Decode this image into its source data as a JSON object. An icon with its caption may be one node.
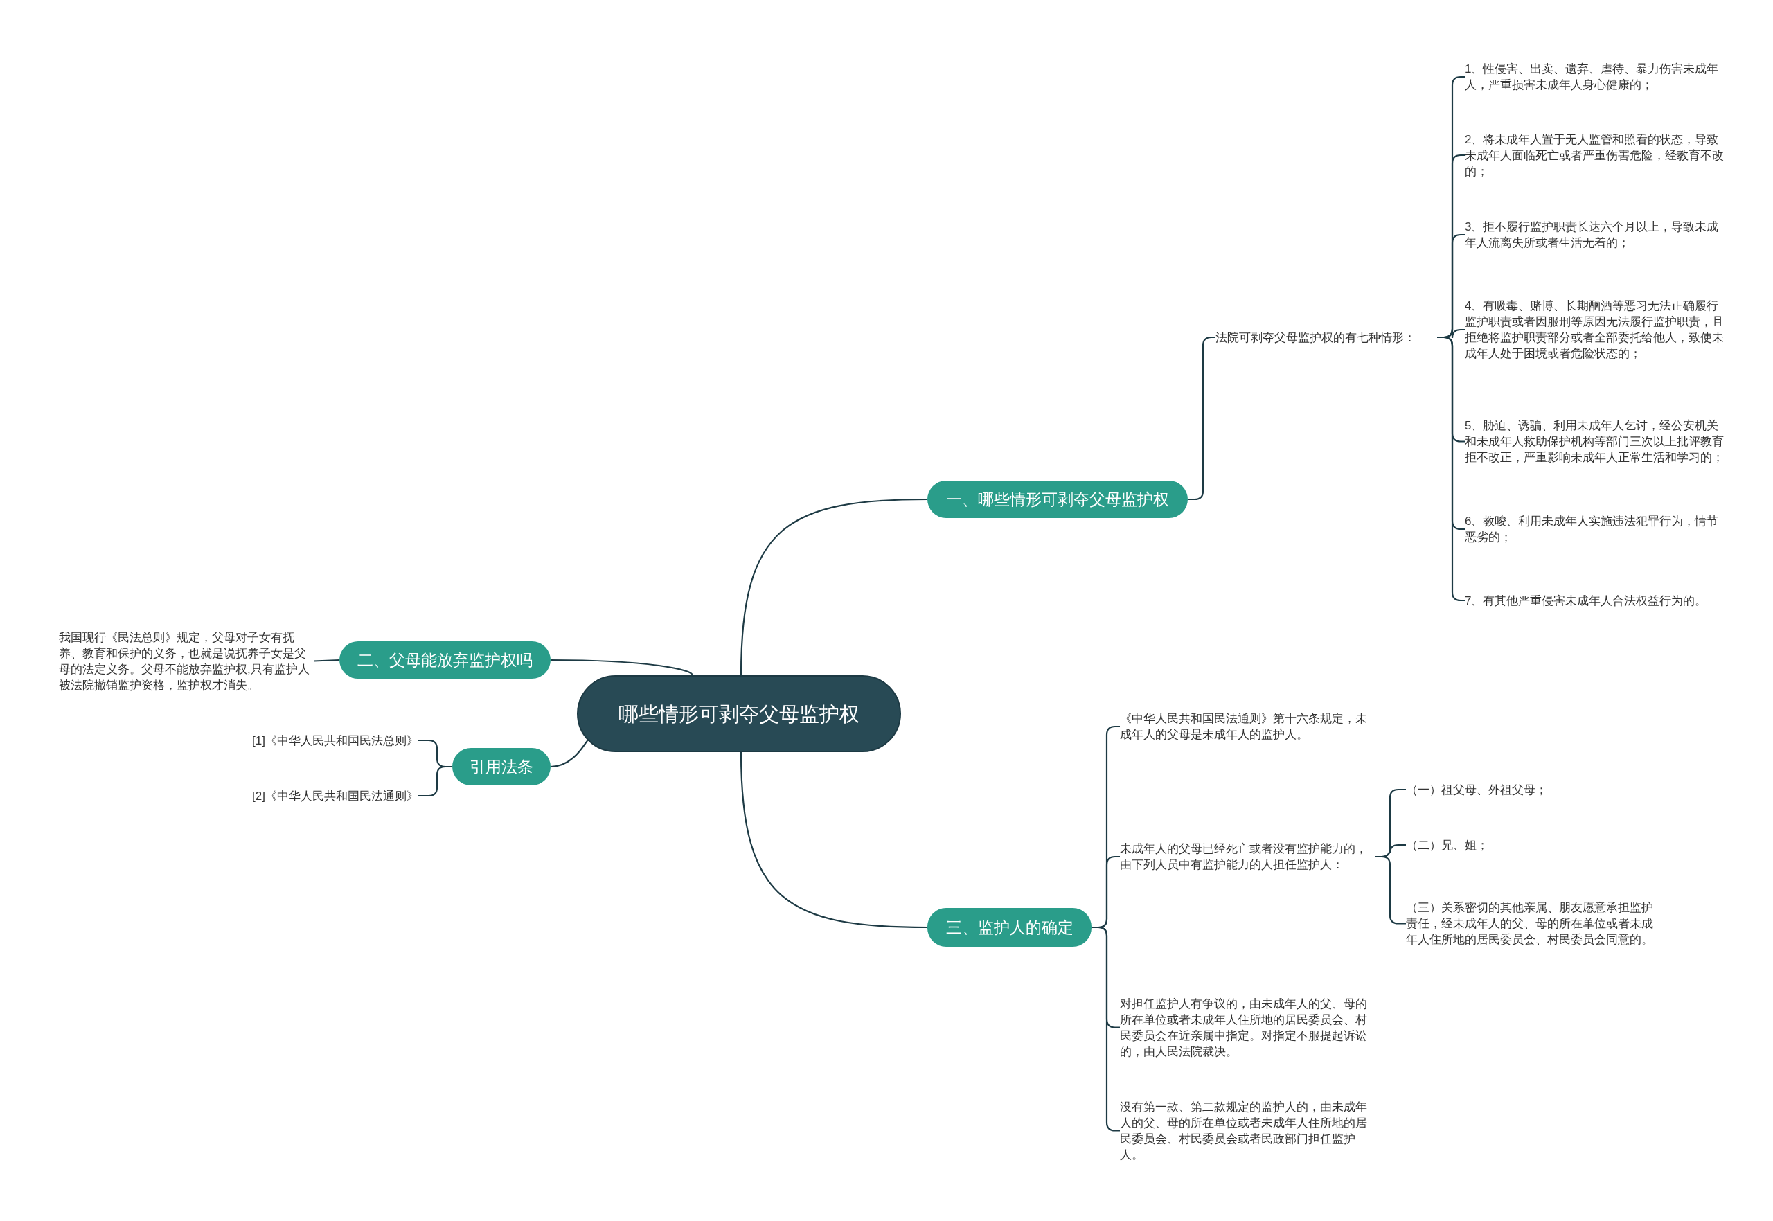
{
  "diagram": {
    "nodes": [
      {
        "text": [
          "哪些情形可剥夺父母监护权"
        ]
      },
      {
        "text": [
          "一、哪些情形可剥夺父母监护权"
        ]
      },
      {
        "text": [
          "法院可剥夺父母监护权的有七种情形："
        ]
      },
      {
        "text": [
          "1、性侵害、出卖、遗弃、虐待、暴力伤害未成年人，严重损害未成年人身心健康的；"
        ]
      },
      {
        "text": [
          "2、将未成年人置于无人监管和照看的状态，导致未成年人面临死亡或者严重伤害危险，经教育不改的；"
        ]
      },
      {
        "text": [
          "3、拒不履行监护职责长达六个月以上，导致未成年人流离失所或者生活无着的；"
        ]
      },
      {
        "text": [
          "4、有吸毒、赌博、长期酗酒等恶习无法正确履行监护职责或者因服刑等原因无法履行监护职责，且拒绝将监护职责部分或者全部委托给他人，致使未成年人处于困境或者危险状态的；"
        ]
      },
      {
        "text": [
          "5、胁迫、诱骗、利用未成年人乞讨，经公安机关和未成年人救助保护机构等部门三次以上批评教育拒不改正，严重影响未成年人正常生活和学习的；"
        ]
      },
      {
        "text": [
          "6、教唆、利用未成年人实施违法犯罪行为，情节恶劣的；"
        ]
      },
      {
        "text": [
          "7、有其他严重侵害未成年人合法权益行为的。"
        ]
      },
      {
        "text": [
          "二、父母能放弃监护权吗"
        ]
      },
      {
        "text": [
          "我国现行《民法总则》规定，父母对子女有抚养、教育和保护的义务，也就是说抚养子女是父母的法定义务。父母不能放弃监护权,只有监护人被法院撤销监护资格，监护权才消失。"
        ]
      },
      {
        "text": [
          "引用法条"
        ]
      },
      {
        "text": [
          "[1]《中华人民共和国民法总则》"
        ]
      },
      {
        "text": [
          "[2]《中华人民共和国民法通则》"
        ]
      },
      {
        "text": [
          "三、监护人的确定"
        ]
      },
      {
        "text": [
          "《中华人民共和国民法通则》第十六条规定，未成年人的父母是未成年人的监护人。"
        ]
      },
      {
        "text": [
          "未成年人的父母已经死亡或者没有监护能力的，由下列人员中有监护能力的人担任监护人："
        ]
      },
      {
        "text": [
          "（一）祖父母、外祖父母；"
        ]
      },
      {
        "text": [
          "（二）兄、姐；"
        ]
      },
      {
        "text": [
          "（三）关系密切的其他亲属、朋友愿意承担监护责任，经未成年人的父、母的所在单位或者未成年人住所地的居民委员会、村民委员会同意的。"
        ]
      },
      {
        "text": [
          "对担任监护人有争议的，由未成年人的父、母的所在单位或者未成年人住所地的居民委员会、村民委员会在近亲属中指定。对指定不服提起诉讼的，由人民法院裁决。"
        ]
      },
      {
        "text": [
          "没有第一款、第二款规定的监护人的，由未成年人的父、母的所在单位或者未成年人住所地的居民委员会、村民委员会或者民政部门担任监护人。"
        ]
      }
    ],
    "edges": [
      {
        "from": 0,
        "to": 1,
        "arrow": "none"
      },
      {
        "from": 1,
        "to": 2,
        "arrow": "none"
      },
      {
        "from": 2,
        "to": 3,
        "arrow": "none"
      },
      {
        "from": 2,
        "to": 4,
        "arrow": "none"
      },
      {
        "from": 2,
        "to": 5,
        "arrow": "none"
      },
      {
        "from": 2,
        "to": 6,
        "arrow": "none"
      },
      {
        "from": 2,
        "to": 7,
        "arrow": "none"
      },
      {
        "from": 2,
        "to": 8,
        "arrow": "none"
      },
      {
        "from": 2,
        "to": 9,
        "arrow": "none"
      },
      {
        "from": 0,
        "to": 10,
        "arrow": "none"
      },
      {
        "from": 10,
        "to": 11,
        "arrow": "none"
      },
      {
        "from": 0,
        "to": 12,
        "arrow": "none"
      },
      {
        "from": 12,
        "to": 13,
        "arrow": "none"
      },
      {
        "from": 12,
        "to": 14,
        "arrow": "none"
      },
      {
        "from": 0,
        "to": 15,
        "arrow": "none"
      },
      {
        "from": 15,
        "to": 16,
        "arrow": "none"
      },
      {
        "from": 15,
        "to": 17,
        "arrow": "none"
      },
      {
        "from": 17,
        "to": 18,
        "arrow": "none"
      },
      {
        "from": 17,
        "to": 19,
        "arrow": "none"
      },
      {
        "from": 17,
        "to": 20,
        "arrow": "none"
      },
      {
        "from": 15,
        "to": 21,
        "arrow": "none"
      },
      {
        "from": 15,
        "to": 22,
        "arrow": "none"
      }
    ]
  }
}
